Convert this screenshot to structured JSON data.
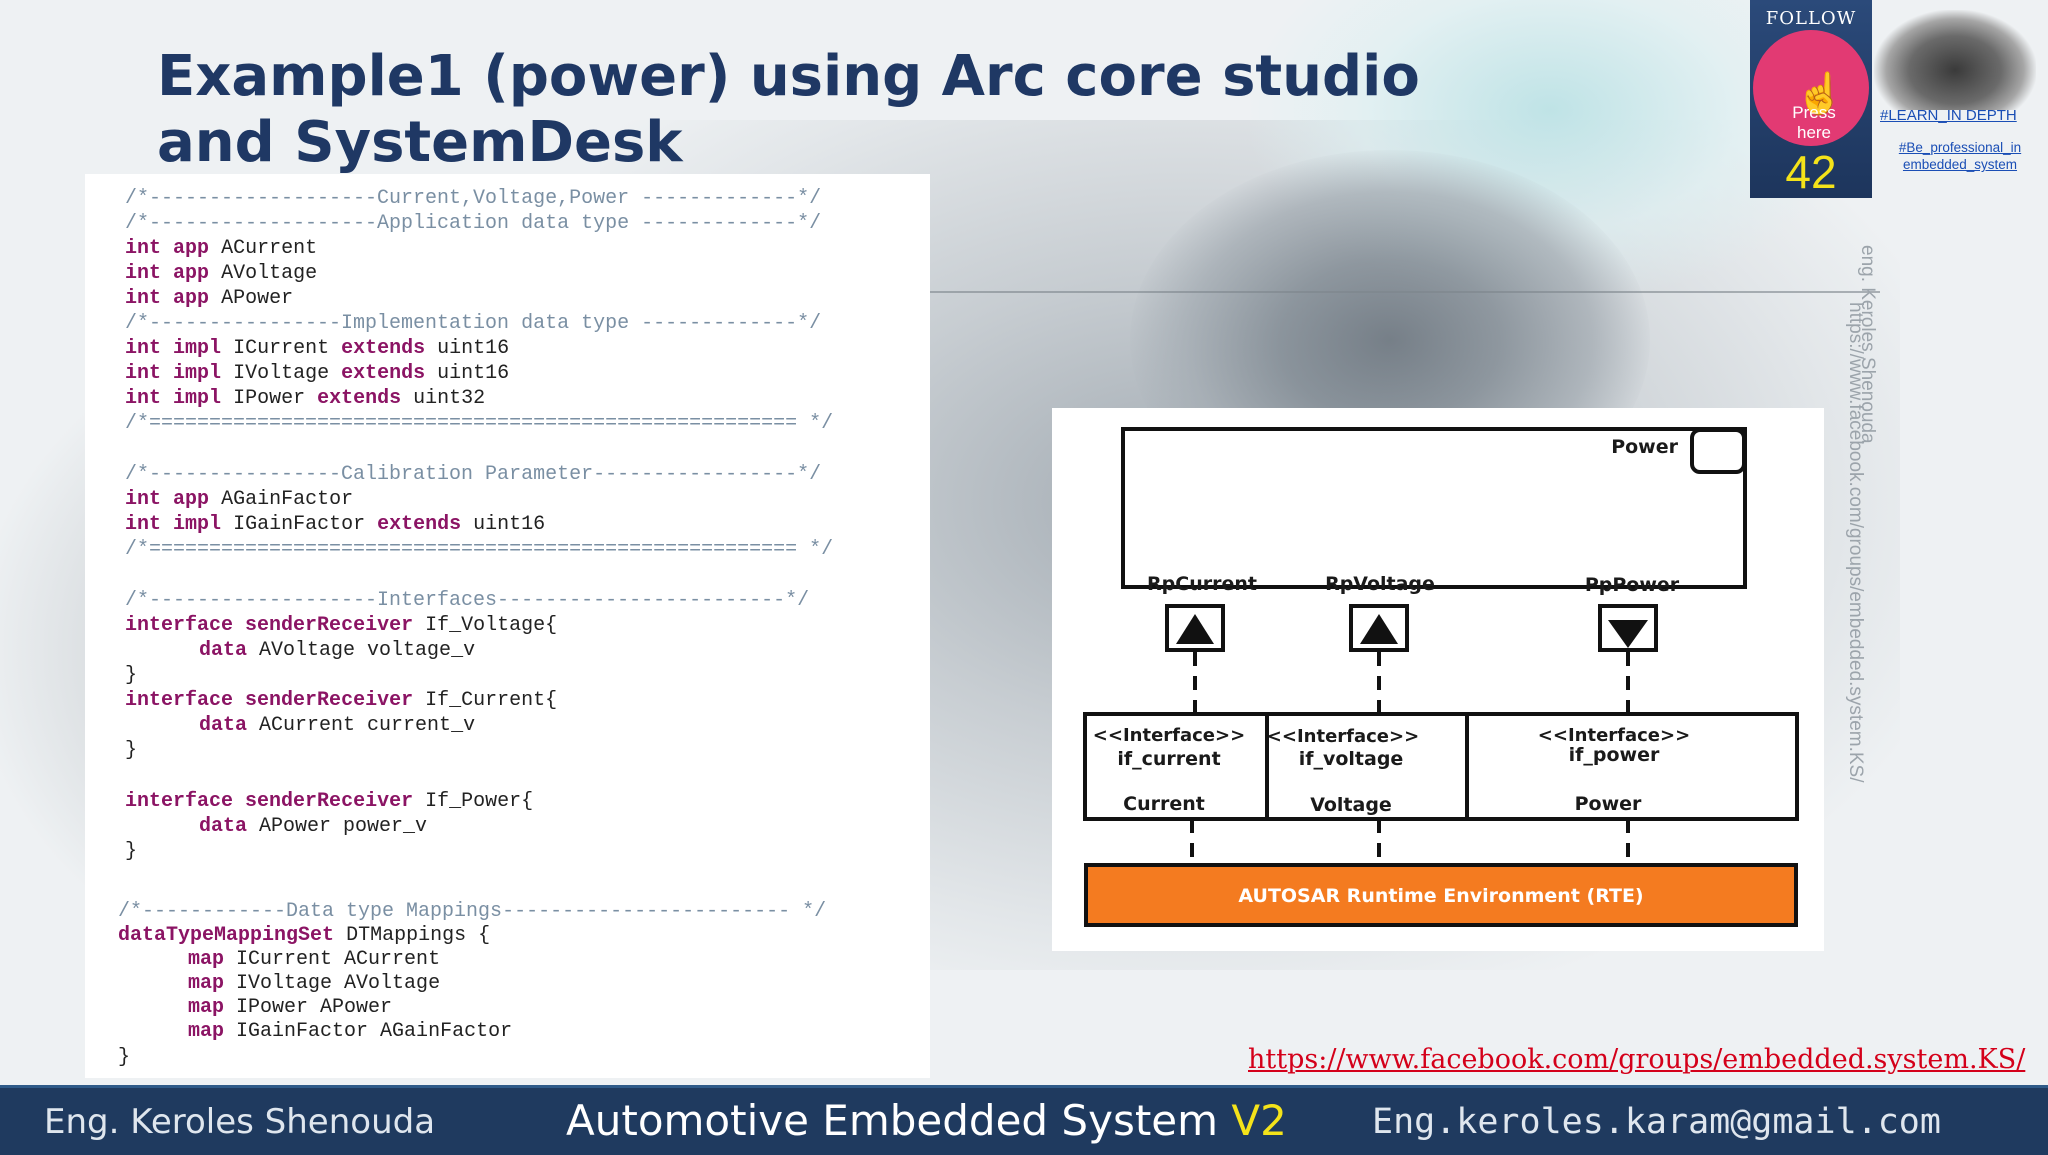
{
  "title": "Example1 (power) using Arc core studio and SystemDesk",
  "code": {
    "c1": "/*-------------------Current,Voltage,Power -------------*/",
    "c2": "/*-------------------Application data type -------------*/",
    "l3": {
      "kw1": "int",
      "kw2": "app",
      "rest": "ACurrent"
    },
    "l4": {
      "kw1": "int",
      "kw2": "app",
      "rest": "AVoltage"
    },
    "l5": {
      "kw1": "int",
      "kw2": "app",
      "rest": "APower"
    },
    "c6": "/*----------------Implementation data type -------------*/",
    "l7": {
      "kw1": "int",
      "kw2": "impl",
      "name": "ICurrent",
      "kw3": "extends",
      "rest": "uint16"
    },
    "l8": {
      "kw1": "int",
      "kw2": "impl",
      "name": "IVoltage",
      "kw3": "extends",
      "rest": "uint16"
    },
    "l9": {
      "kw1": "int",
      "kw2": "impl",
      "name": "IPower",
      "kw3": "extends",
      "rest": "uint32"
    },
    "c10": "/*====================================================== */",
    "c11": "/*----------------Calibration Parameter-----------------*/",
    "l12": {
      "kw1": "int",
      "kw2": "app",
      "rest": "AGainFactor"
    },
    "l13": {
      "kw1": "int",
      "kw2": "impl",
      "name": "IGainFactor",
      "kw3": "extends",
      "rest": "uint16"
    },
    "c14": "/*====================================================== */",
    "c15": "/*-------------------Interfaces------------------------*/",
    "i1": {
      "kw1": "interface",
      "kw2": "senderReceiver",
      "rest": "If_Voltage{",
      "dkw": "data",
      "drest": "AVoltage voltage_v"
    },
    "i2": {
      "kw1": "interface",
      "kw2": "senderReceiver",
      "rest": "If_Current{",
      "dkw": "data",
      "drest": "ACurrent current_v"
    },
    "i3": {
      "kw1": "interface",
      "kw2": "senderReceiver",
      "rest": "If_Power{",
      "dkw": "data",
      "drest": "APower power_v"
    },
    "brace": "}",
    "c16": "/*------------Data type Mappings------------------------ */",
    "m0": {
      "kw": "dataTypeMappingSet",
      "rest": "DTMappings {"
    },
    "maps": [
      {
        "kw": "map",
        "rest": "ICurrent ACurrent"
      },
      {
        "kw": "map",
        "rest": "IVoltage AVoltage"
      },
      {
        "kw": "map",
        "rest": "IPower APower"
      },
      {
        "kw": "map",
        "rest": "IGainFactor AGainFactor"
      }
    ]
  },
  "diagram": {
    "component": "Power",
    "ports": [
      "RpCurrent",
      "RpVoltage",
      "PpPower"
    ],
    "interfaces": [
      {
        "stereo": "<<Interface>>",
        "name": "if_current",
        "data": "Current"
      },
      {
        "stereo": "<<Interface>>",
        "name": "if_voltage",
        "data": "Voltage"
      },
      {
        "stereo": "<<Interface>>",
        "name": "if_power",
        "data": "Power"
      }
    ],
    "rte": "AUTOSAR Runtime Environment (RTE)",
    "rte_color": "#f47b20"
  },
  "follow": {
    "label": "FOLLOW US",
    "press": "Press",
    "here": "here",
    "count": "42",
    "icon": "pointing-hand-icon"
  },
  "tags": {
    "learn": "#LEARN_IN DEPTH",
    "pro1": "#Be_professional_in",
    "pro2": "embedded_system"
  },
  "watermark": {
    "name": "eng. Keroles Shenouda",
    "url": "https://www.facebook.com/groups/embedded.system.KS/"
  },
  "fb_link": "https://www.facebook.com/groups/embedded.system.KS/",
  "footer": {
    "author": "Eng. Keroles Shenouda",
    "course": "Automotive Embedded System",
    "version": "V2",
    "email": "Eng.keroles.karam@gmail.com"
  },
  "colors": {
    "title": "#1f3864",
    "keyword": "#8b1464",
    "comment": "#7a8fa3",
    "footer_bg": "#1f3a5f",
    "link": "#d4001a"
  }
}
